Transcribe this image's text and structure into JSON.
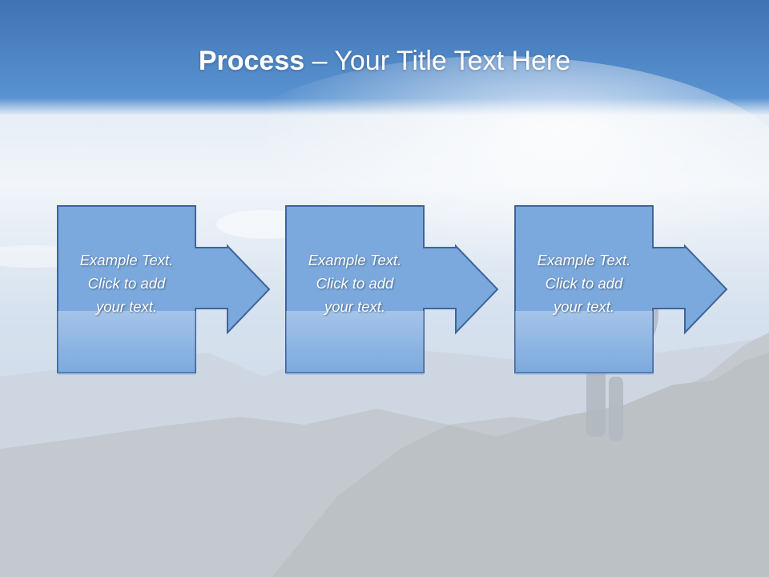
{
  "title": {
    "bold_part": "Process",
    "rest_part": " – Your Title Text Here"
  },
  "colors": {
    "header_blue": "#4a7fc0",
    "box_fill": "#7aa8dd",
    "box_stroke": "#3d6398",
    "sky": "#dfe8f1",
    "ground": "#c6cace"
  },
  "steps": [
    {
      "text": "Example Text.\nClick  to add\nyour text."
    },
    {
      "text": "Example Text.\nClick  to add\nyour text."
    },
    {
      "text": "Example Text.\nClick  to add\nyour text."
    }
  ]
}
